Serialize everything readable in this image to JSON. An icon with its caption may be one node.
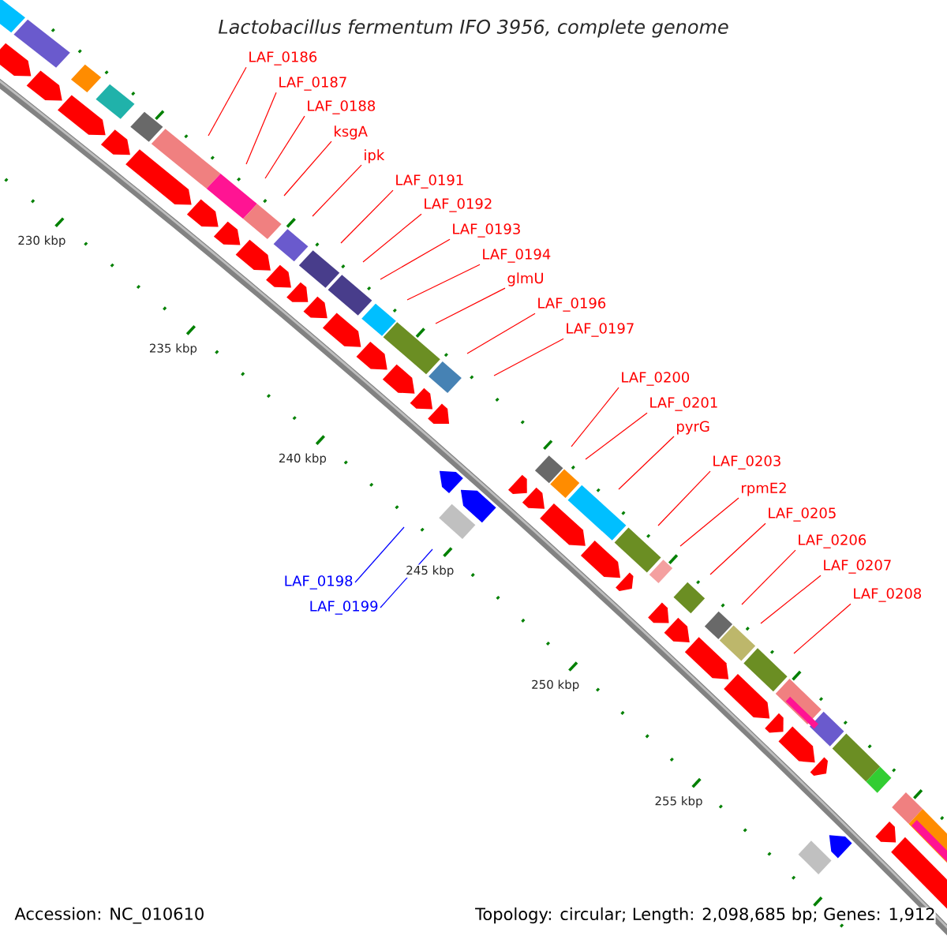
{
  "diagram": {
    "title": "Lactobacillus fermentum IFO 3956, complete genome",
    "nodes": [
      {
        "text": [
          "LAF_0186"
        ]
      },
      {
        "text": [
          "LAF_0187"
        ]
      },
      {
        "text": [
          "LAF_0188"
        ]
      },
      {
        "text": [
          "ksgA"
        ]
      },
      {
        "text": [
          "ipk"
        ]
      },
      {
        "text": [
          "LAF_0191"
        ]
      },
      {
        "text": [
          "LAF_0192"
        ]
      },
      {
        "text": [
          "LAF_0193"
        ]
      },
      {
        "text": [
          "LAF_0194"
        ]
      },
      {
        "text": [
          "glmU"
        ]
      },
      {
        "text": [
          "LAF_0196"
        ]
      },
      {
        "text": [
          "LAF_0197"
        ]
      },
      {
        "text": [
          "LAF_0200"
        ]
      },
      {
        "text": [
          "LAF_0201"
        ]
      },
      {
        "text": [
          "pyrG"
        ]
      },
      {
        "text": [
          "LAF_0203"
        ]
      },
      {
        "text": [
          "rpmE2"
        ]
      },
      {
        "text": [
          "LAF_0205"
        ]
      },
      {
        "text": [
          "LAF_0206"
        ]
      },
      {
        "text": [
          "LAF_0207"
        ]
      },
      {
        "text": [
          "LAF_0198"
        ]
      },
      {
        "text": [
          "LAF_0208"
        ]
      },
      {
        "text": [
          "LAF_0199"
        ]
      }
    ],
    "edges": [
      {
        "from": 0,
        "to": null,
        "arrow": "none"
      },
      {
        "from": 1,
        "to": null,
        "arrow": "none"
      },
      {
        "from": 2,
        "to": null,
        "arrow": "none"
      },
      {
        "from": 3,
        "to": null,
        "arrow": "none"
      },
      {
        "from": 4,
        "to": null,
        "arrow": "none"
      },
      {
        "from": 5,
        "to": null,
        "arrow": "none"
      },
      {
        "from": 6,
        "to": null,
        "arrow": "none"
      },
      {
        "from": 7,
        "to": null,
        "arrow": "none"
      },
      {
        "from": 8,
        "to": null,
        "arrow": "none"
      },
      {
        "from": 9,
        "to": null,
        "arrow": "none"
      },
      {
        "from": 10,
        "to": null,
        "arrow": "none"
      },
      {
        "from": 11,
        "to": null,
        "arrow": "none"
      },
      {
        "from": 12,
        "to": null,
        "arrow": "none"
      },
      {
        "from": 13,
        "to": null,
        "arrow": "none"
      },
      {
        "from": 14,
        "to": null,
        "arrow": "none"
      },
      {
        "from": 15,
        "to": null,
        "arrow": "none"
      },
      {
        "from": 16,
        "to": null,
        "arrow": "none"
      },
      {
        "from": 17,
        "to": null,
        "arrow": "none"
      },
      {
        "from": 18,
        "to": null,
        "arrow": "none"
      },
      {
        "from": 19,
        "to": null,
        "arrow": "none"
      },
      {
        "from": 20,
        "to": null,
        "arrow": "none",
        "color": "#0000ff"
      },
      {
        "from": 21,
        "to": null,
        "arrow": "none"
      },
      {
        "from": 22,
        "to": null,
        "arrow": "none",
        "color": "#0000ff"
      }
    ],
    "labels": [
      "230 kbp",
      "235 kbp",
      "240 kbp",
      "245 kbp",
      "250 kbp",
      "255 kbp",
      "Accession: NC_010610",
      "Topology: circular; Length: 2,098,685 bp; Genes: 1,912"
    ]
  }
}
